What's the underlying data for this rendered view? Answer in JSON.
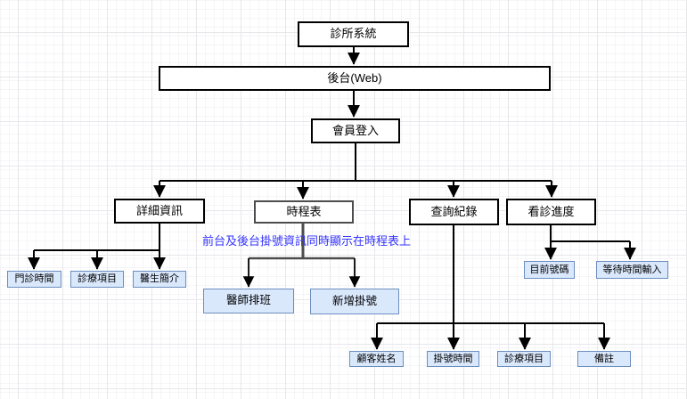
{
  "diagram": {
    "type": "flowchart",
    "tool_style": "gridded diagram canvas",
    "annotation": "前台及後台掛號資訊同時顯示在時程表上"
  },
  "colors": {
    "node_fill_white": "#ffffff",
    "node_border_black": "#000000",
    "node_fill_blue": "#dae8fc",
    "node_border_blue": "#6c8ebf",
    "schedule_border": "#4d4d4d",
    "annotation_text": "#3333ff",
    "connector": "#000000",
    "grid_minor": "#f5f5f8",
    "grid_major": "#e7e7ec"
  },
  "nodes": {
    "clinic_system": {
      "label": "診所系統"
    },
    "backend_web": {
      "label": "後台(Web)"
    },
    "member_login": {
      "label": "會員登入"
    },
    "detail_info": {
      "label": "詳細資訊"
    },
    "schedule": {
      "label": "時程表"
    },
    "query_record": {
      "label": "查詢紀錄"
    },
    "visit_progress": {
      "label": "看診進度"
    },
    "clinic_hours": {
      "label": "門診時間"
    },
    "treatment_items": {
      "label": "診療項目"
    },
    "doctor_intro": {
      "label": "醫生簡介"
    },
    "doctor_shift": {
      "label": "醫師排班"
    },
    "new_registration": {
      "label": "新增掛號"
    },
    "current_number": {
      "label": "目前號碼"
    },
    "wait_time_input": {
      "label": "等待時間輸入"
    },
    "customer_name": {
      "label": "顧客姓名"
    },
    "registration_time": {
      "label": "掛號時間"
    },
    "treatment_items_2": {
      "label": "診療項目"
    },
    "remark": {
      "label": "備註"
    }
  },
  "edges": {
    "description": "clinic_system→backend_web→member_login→(detail_info,schedule,query_record,visit_progress); detail_info→(clinic_hours,treatment_items,doctor_intro); schedule→(doctor_shift,new_registration); visit_progress→(current_number,wait_time_input); query_record→(customer_name,registration_time,treatment_items_2,remark)"
  }
}
